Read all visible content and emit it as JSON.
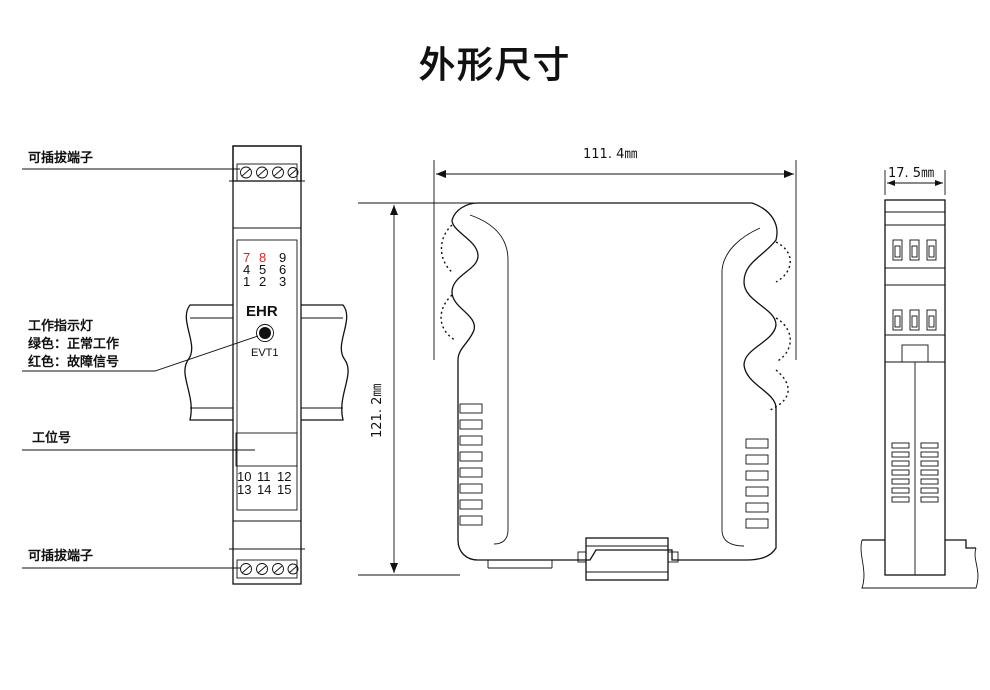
{
  "title": "外形尺寸",
  "labels": {
    "plug_terminal_top": "可插拔端子",
    "indicator_title": "工作指示灯",
    "indicator_green": "绿色：正常工作",
    "indicator_red": "红色：故障信号",
    "station_no": "工位号",
    "plug_terminal_bottom": "可插拔端子"
  },
  "front": {
    "brand": "EHR",
    "led_label": "EVT1",
    "terminal_rows_top": [
      [
        "7",
        "8",
        "9"
      ],
      [
        "4",
        "5",
        "6"
      ],
      [
        "1",
        "2",
        "3"
      ]
    ],
    "terminal_rows_bottom": [
      [
        "10",
        "11",
        "12"
      ],
      [
        "13",
        "14",
        "15"
      ]
    ],
    "red_terminals": [
      "7",
      "8"
    ]
  },
  "dimensions": {
    "width": "111. 4㎜",
    "height": "121. 2㎜",
    "depth": "17. 5㎜"
  },
  "colors": {
    "line": "#111111",
    "highlight_red": "#e02020"
  }
}
